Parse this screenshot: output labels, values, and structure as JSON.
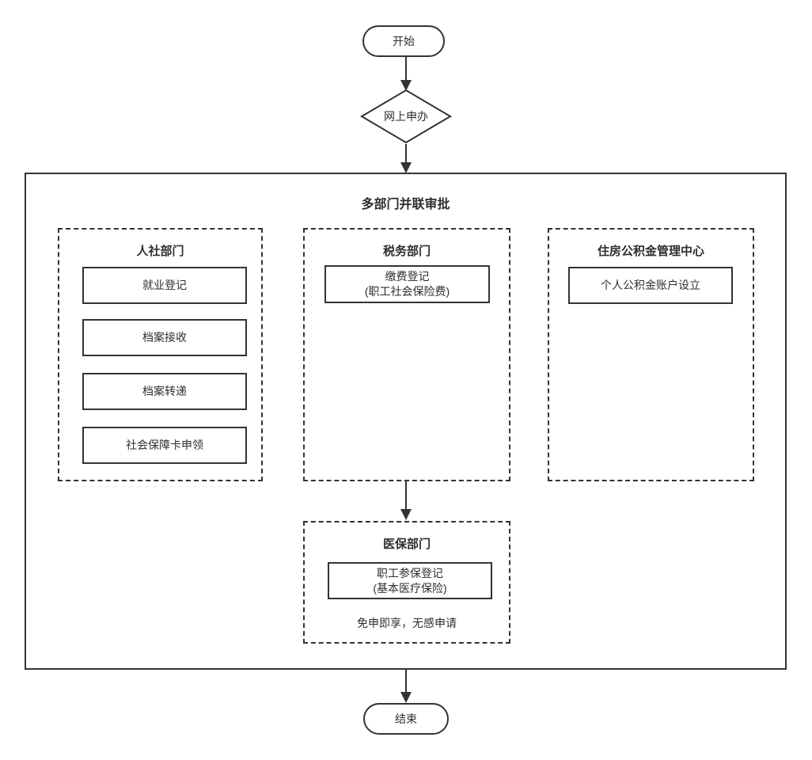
{
  "flow": {
    "start": "开始",
    "decision": "网上申办",
    "container_title": "多部门并联审批",
    "departments": [
      {
        "title": "人社部门",
        "items": [
          {
            "label": "就业登记"
          },
          {
            "label": "档案接收"
          },
          {
            "label": "档案转递"
          },
          {
            "label": "社会保障卡申领"
          }
        ]
      },
      {
        "title": "税务部门",
        "items": [
          {
            "label": "缴费登记",
            "sublabel": "(职工社会保险费)"
          }
        ]
      },
      {
        "title": "住房公积金管理中心",
        "items": [
          {
            "label": "个人公积金账户设立"
          }
        ]
      },
      {
        "title": "医保部门",
        "items": [
          {
            "label": "职工参保登记",
            "sublabel": "(基本医疗保险)"
          }
        ],
        "note": "免申即享，无感申请"
      }
    ],
    "end": "结束"
  },
  "colors": {
    "stroke": "#333333",
    "text": "#2e2e2e",
    "background": "#ffffff"
  }
}
